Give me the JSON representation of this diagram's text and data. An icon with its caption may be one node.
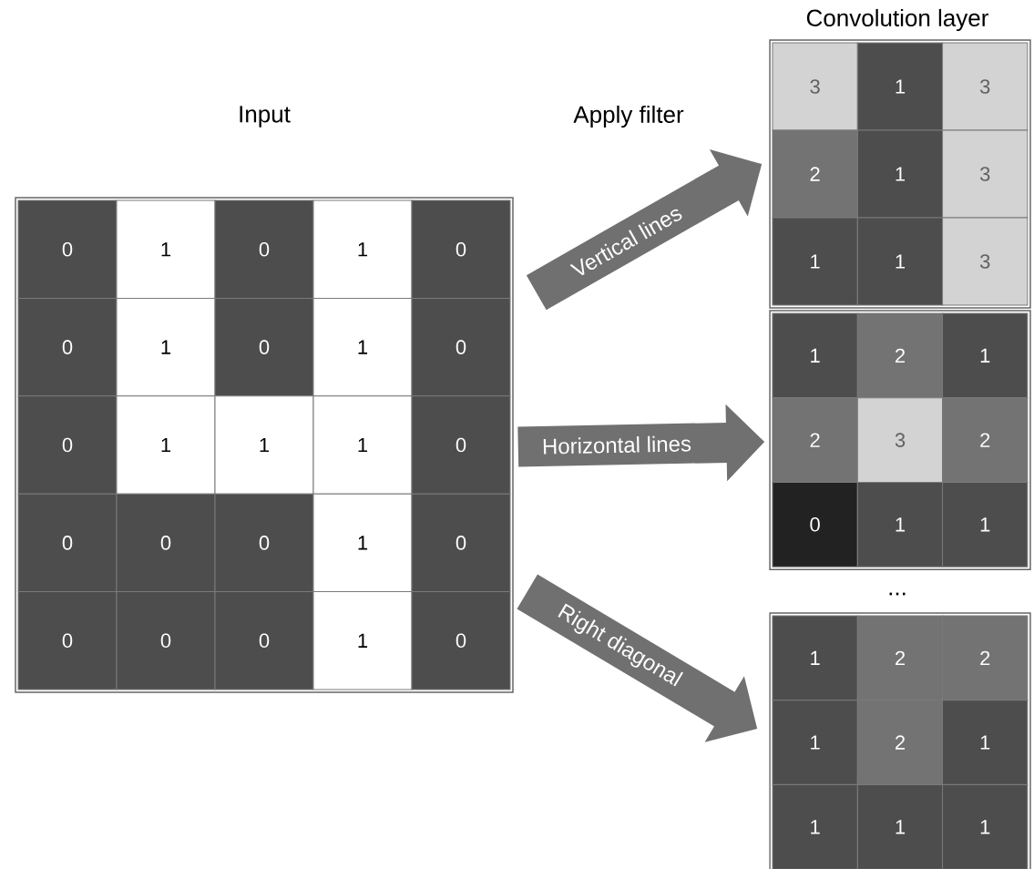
{
  "diagram": {
    "nodes": [
      {
        "text": [
          "Input"
        ]
      },
      {
        "text": [
          "0"
        ],
        "in": 0
      },
      {
        "text": [
          "1"
        ],
        "in": 0
      },
      {
        "text": [
          "0"
        ],
        "in": 0
      },
      {
        "text": [
          "1"
        ],
        "in": 0
      },
      {
        "text": [
          "0"
        ],
        "in": 0
      },
      {
        "text": [
          "0"
        ],
        "in": 0
      },
      {
        "text": [
          "1"
        ],
        "in": 0
      },
      {
        "text": [
          "0"
        ],
        "in": 0
      },
      {
        "text": [
          "1"
        ],
        "in": 0
      },
      {
        "text": [
          "0"
        ],
        "in": 0
      },
      {
        "text": [
          "0"
        ],
        "in": 0
      },
      {
        "text": [
          "1"
        ],
        "in": 0
      },
      {
        "text": [
          "1"
        ],
        "in": 0
      },
      {
        "text": [
          "1"
        ],
        "in": 0
      },
      {
        "text": [
          "0"
        ],
        "in": 0
      },
      {
        "text": [
          "0"
        ],
        "in": 0
      },
      {
        "text": [
          "0"
        ],
        "in": 0
      },
      {
        "text": [
          "0"
        ],
        "in": 0
      },
      {
        "text": [
          "1"
        ],
        "in": 0
      },
      {
        "text": [
          "0"
        ],
        "in": 0
      },
      {
        "text": [
          "0"
        ],
        "in": 0
      },
      {
        "text": [
          "0"
        ],
        "in": 0
      },
      {
        "text": [
          "0"
        ],
        "in": 0
      },
      {
        "text": [
          "1"
        ],
        "in": 0
      },
      {
        "text": [
          "0"
        ],
        "in": 0
      },
      {
        "text": [],
        "shape": "box"
      },
      {
        "text": [
          "3"
        ],
        "in": 26
      },
      {
        "text": [
          "1"
        ],
        "in": 26
      },
      {
        "text": [
          "3"
        ],
        "in": 26
      },
      {
        "text": [
          "2"
        ],
        "in": 26
      },
      {
        "text": [
          "1"
        ],
        "in": 26
      },
      {
        "text": [
          "3"
        ],
        "in": 26
      },
      {
        "text": [
          "1"
        ],
        "in": 26
      },
      {
        "text": [
          "1"
        ],
        "in": 26
      },
      {
        "text": [
          "3"
        ],
        "in": 26
      },
      {
        "text": [],
        "shape": "box"
      },
      {
        "text": [
          "1"
        ],
        "in": 36
      },
      {
        "text": [
          "2"
        ],
        "in": 36
      },
      {
        "text": [
          "1"
        ],
        "in": 36
      },
      {
        "text": [
          "2"
        ],
        "in": 36
      },
      {
        "text": [
          "3"
        ],
        "in": 36
      },
      {
        "text": [
          "2"
        ],
        "in": 36
      },
      {
        "text": [
          "0"
        ],
        "in": 36
      },
      {
        "text": [
          "1"
        ],
        "in": 36
      },
      {
        "text": [
          "1"
        ],
        "in": 36
      },
      {
        "text": [],
        "shape": "box"
      },
      {
        "text": [
          "1"
        ],
        "in": 46
      },
      {
        "text": [
          "2"
        ],
        "in": 46
      },
      {
        "text": [
          "2"
        ],
        "in": 46
      },
      {
        "text": [
          "1"
        ],
        "in": 46
      },
      {
        "text": [
          "2"
        ],
        "in": 46
      },
      {
        "text": [
          "1"
        ],
        "in": 46
      },
      {
        "text": [
          "1"
        ],
        "in": 46
      },
      {
        "text": [
          "1"
        ],
        "in": 46
      },
      {
        "text": [
          "1"
        ],
        "in": 46
      }
    ],
    "edges": [
      {
        "from": 0,
        "to": 26,
        "arrow": "to",
        "label": "Vertical lines"
      },
      {
        "from": 0,
        "to": 36,
        "arrow": "to",
        "label": "Horizontal lines"
      },
      {
        "from": 0,
        "to": 46,
        "arrow": "to",
        "label": "Right diagonal"
      }
    ],
    "labels": [
      "Convolution layer",
      "Apply filter",
      "..."
    ]
  }
}
